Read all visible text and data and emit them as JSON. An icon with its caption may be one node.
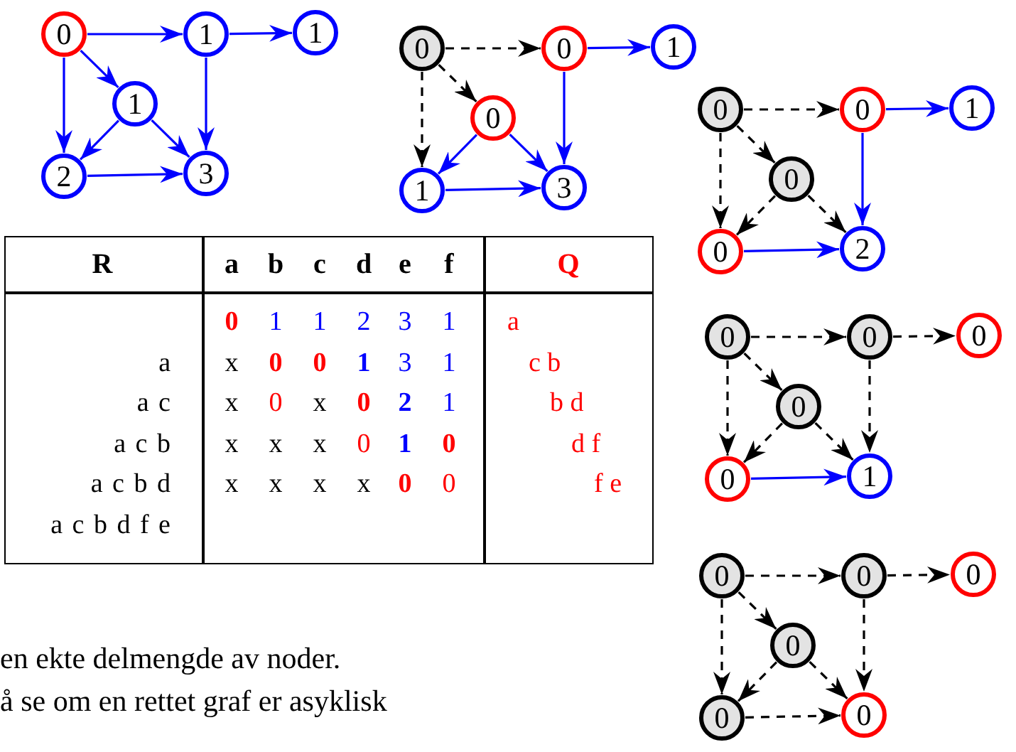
{
  "diagram": {
    "nodes": [
      {
        "text": [
          "0"
        ]
      },
      {
        "text": [
          "1"
        ]
      },
      {
        "text": [
          "1"
        ]
      },
      {
        "text": [
          "1"
        ]
      },
      {
        "text": [
          "2"
        ]
      },
      {
        "text": [
          "3"
        ]
      },
      {
        "text": [
          "0"
        ]
      },
      {
        "text": [
          "0"
        ]
      },
      {
        "text": [
          "1"
        ]
      },
      {
        "text": [
          "0"
        ]
      },
      {
        "text": [
          "1"
        ]
      },
      {
        "text": [
          "3"
        ]
      },
      {
        "text": [
          "0"
        ]
      },
      {
        "text": [
          "0"
        ]
      },
      {
        "text": [
          "1"
        ]
      },
      {
        "text": [
          "0"
        ]
      },
      {
        "text": [
          "0"
        ]
      },
      {
        "text": [
          "2"
        ]
      },
      {
        "text": [
          "0"
        ]
      },
      {
        "text": [
          "0"
        ]
      },
      {
        "text": [
          "0"
        ]
      },
      {
        "text": [
          "0"
        ]
      },
      {
        "text": [
          "0"
        ]
      },
      {
        "text": [
          "1"
        ]
      },
      {
        "text": [
          "0"
        ]
      },
      {
        "text": [
          "0"
        ]
      },
      {
        "text": [
          "0"
        ]
      },
      {
        "text": [
          "0"
        ]
      },
      {
        "text": [
          "0"
        ]
      },
      {
        "text": [
          "0"
        ]
      }
    ],
    "edges": [
      {
        "from": 0,
        "to": 1,
        "arrow": "to",
        "color": "#0000ff"
      },
      {
        "from": 1,
        "to": 2,
        "arrow": "to",
        "color": "#0000ff"
      },
      {
        "from": 0,
        "to": 3,
        "arrow": "to",
        "color": "#0000ff"
      },
      {
        "from": 0,
        "to": 4,
        "arrow": "to",
        "color": "#0000ff"
      },
      {
        "from": 1,
        "to": 5,
        "arrow": "to",
        "color": "#0000ff"
      },
      {
        "from": 3,
        "to": 4,
        "arrow": "to",
        "color": "#0000ff"
      },
      {
        "from": 3,
        "to": 5,
        "arrow": "to",
        "color": "#0000ff"
      },
      {
        "from": 4,
        "to": 5,
        "arrow": "to",
        "color": "#0000ff"
      },
      {
        "from": 6,
        "to": 7,
        "arrow": "to",
        "style": "dashed"
      },
      {
        "from": 7,
        "to": 8,
        "arrow": "to",
        "color": "#0000ff"
      },
      {
        "from": 6,
        "to": 9,
        "arrow": "to",
        "style": "dashed"
      },
      {
        "from": 6,
        "to": 10,
        "arrow": "to",
        "style": "dashed"
      },
      {
        "from": 7,
        "to": 11,
        "arrow": "to",
        "color": "#0000ff"
      },
      {
        "from": 9,
        "to": 10,
        "arrow": "to",
        "color": "#0000ff"
      },
      {
        "from": 9,
        "to": 11,
        "arrow": "to",
        "color": "#0000ff"
      },
      {
        "from": 10,
        "to": 11,
        "arrow": "to",
        "color": "#0000ff"
      },
      {
        "from": 12,
        "to": 13,
        "arrow": "to",
        "style": "dashed"
      },
      {
        "from": 13,
        "to": 14,
        "arrow": "to",
        "color": "#0000ff"
      },
      {
        "from": 12,
        "to": 15,
        "arrow": "to",
        "style": "dashed"
      },
      {
        "from": 12,
        "to": 16,
        "arrow": "to",
        "style": "dashed"
      },
      {
        "from": 13,
        "to": 17,
        "arrow": "to",
        "color": "#0000ff"
      },
      {
        "from": 15,
        "to": 16,
        "arrow": "to",
        "style": "dashed"
      },
      {
        "from": 15,
        "to": 17,
        "arrow": "to",
        "style": "dashed"
      },
      {
        "from": 16,
        "to": 17,
        "arrow": "to",
        "color": "#0000ff"
      },
      {
        "from": 18,
        "to": 19,
        "arrow": "to",
        "style": "dashed"
      },
      {
        "from": 19,
        "to": 20,
        "arrow": "to",
        "style": "dashed"
      },
      {
        "from": 18,
        "to": 21,
        "arrow": "to",
        "style": "dashed"
      },
      {
        "from": 18,
        "to": 22,
        "arrow": "to",
        "style": "dashed"
      },
      {
        "from": 19,
        "to": 23,
        "arrow": "to",
        "style": "dashed"
      },
      {
        "from": 21,
        "to": 22,
        "arrow": "to",
        "style": "dashed"
      },
      {
        "from": 21,
        "to": 23,
        "arrow": "to",
        "style": "dashed"
      },
      {
        "from": 22,
        "to": 23,
        "arrow": "to",
        "color": "#0000ff"
      },
      {
        "from": 24,
        "to": 25,
        "arrow": "to",
        "style": "dashed"
      },
      {
        "from": 25,
        "to": 26,
        "arrow": "to",
        "style": "dashed"
      },
      {
        "from": 24,
        "to": 27,
        "arrow": "to",
        "style": "dashed"
      },
      {
        "from": 24,
        "to": 28,
        "arrow": "to",
        "style": "dashed"
      },
      {
        "from": 25,
        "to": 29,
        "arrow": "to",
        "style": "dashed"
      },
      {
        "from": 27,
        "to": 28,
        "arrow": "to",
        "style": "dashed"
      },
      {
        "from": 27,
        "to": 29,
        "arrow": "to",
        "style": "dashed"
      },
      {
        "from": 28,
        "to": 29,
        "arrow": "to",
        "style": "dashed"
      }
    ],
    "labels": [
      "R",
      "a",
      "b",
      "c",
      "d",
      "e",
      "f",
      "Q",
      "0",
      "1",
      "1",
      "2",
      "3",
      "1",
      "a",
      "a",
      "x",
      "0",
      "0",
      "1",
      "3",
      "1",
      "c b",
      "a c",
      "x",
      "0",
      "x",
      "0",
      "2",
      "1",
      "b d",
      "a c b",
      "x",
      "x",
      "x",
      "0",
      "1",
      "0",
      "d f",
      "a c b d",
      "x",
      "x",
      "x",
      "x",
      "0",
      "0",
      "f e",
      "a c b d f e",
      "en ekte delmengde av noder.",
      "å se om en rettet graf er asyklisk"
    ]
  }
}
